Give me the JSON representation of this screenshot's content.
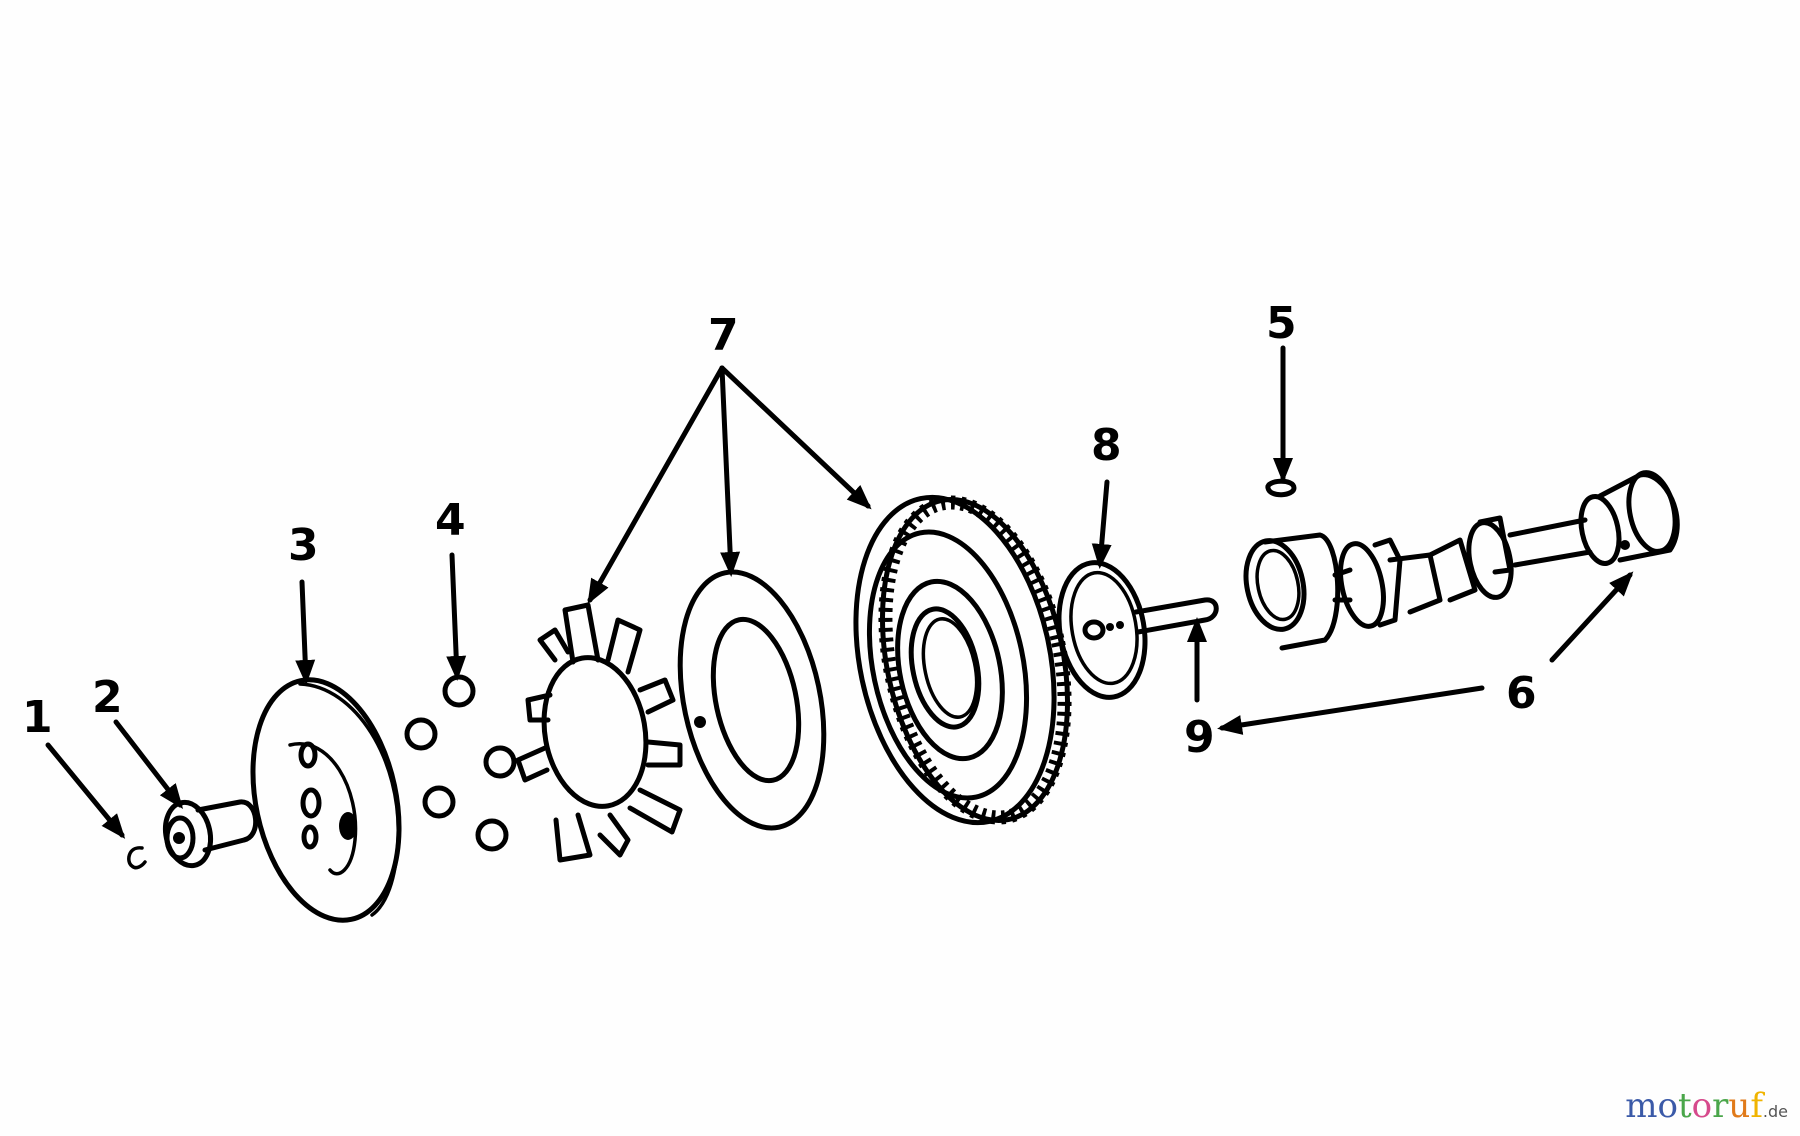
{
  "diagram": {
    "background": "#fefefe",
    "line_color": "#000000",
    "callouts": [
      {
        "id": "1",
        "label": "1",
        "part": "clip"
      },
      {
        "id": "2",
        "label": "2",
        "part": "bolt"
      },
      {
        "id": "3",
        "label": "3",
        "part": "governor-plate"
      },
      {
        "id": "4",
        "label": "4",
        "part": "ball"
      },
      {
        "id": "5",
        "label": "5",
        "part": "woodruff-key"
      },
      {
        "id": "6",
        "label": "6",
        "part": "camshaft"
      },
      {
        "id": "7",
        "label": "7",
        "part": "cam-gear-assembly"
      },
      {
        "id": "8",
        "label": "8",
        "part": "washer-plate"
      },
      {
        "id": "9",
        "label": "9",
        "part": "pin"
      }
    ]
  },
  "watermark": {
    "letters": [
      {
        "char": "m",
        "color": "#3b5aa8"
      },
      {
        "char": "o",
        "color": "#3b5aa8"
      },
      {
        "char": "t",
        "color": "#4aa64a"
      },
      {
        "char": "o",
        "color": "#d64a8c"
      },
      {
        "char": "r",
        "color": "#4aa64a"
      },
      {
        "char": "u",
        "color": "#e07a1a"
      },
      {
        "char": "f",
        "color": "#f0b400"
      }
    ],
    "tld": ".de"
  }
}
